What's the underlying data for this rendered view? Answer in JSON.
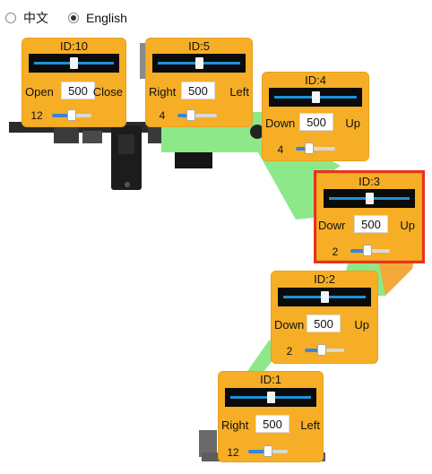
{
  "language": {
    "options": [
      {
        "label": "中文",
        "selected": false
      },
      {
        "label": "English",
        "selected": true
      }
    ]
  },
  "panels": {
    "id10": {
      "title": "ID:10",
      "left_label": "Open",
      "right_label": "Close",
      "value": "500",
      "step": "12",
      "slider_level": 0.5,
      "step_level": 0.5
    },
    "id5": {
      "title": "ID:5",
      "left_label": "Right",
      "right_label": "Left",
      "value": "500",
      "step": "4",
      "slider_level": 0.5,
      "step_level": 0.3
    },
    "id4": {
      "title": "ID:4",
      "left_label": "Down",
      "right_label": "Up",
      "value": "500",
      "step": "4",
      "slider_level": 0.5,
      "step_level": 0.3
    },
    "id3": {
      "title": "ID:3",
      "left_label": "Dowr",
      "right_label": "Up",
      "value": "500",
      "step": "2",
      "slider_level": 0.5,
      "step_level": 0.4
    },
    "id2": {
      "title": "ID:2",
      "left_label": "Down",
      "right_label": "Up",
      "value": "500",
      "step": "2",
      "slider_level": 0.5,
      "step_level": 0.4
    },
    "id1": {
      "title": "ID:1",
      "left_label": "Right",
      "right_label": "Left",
      "value": "500",
      "step": "12",
      "slider_level": 0.5,
      "step_level": 0.5
    }
  },
  "colors": {
    "panel": "#f6ae26",
    "selected_border": "#e8321c",
    "arm_green": "#8de88a",
    "slider_track": "#1b93d6"
  }
}
